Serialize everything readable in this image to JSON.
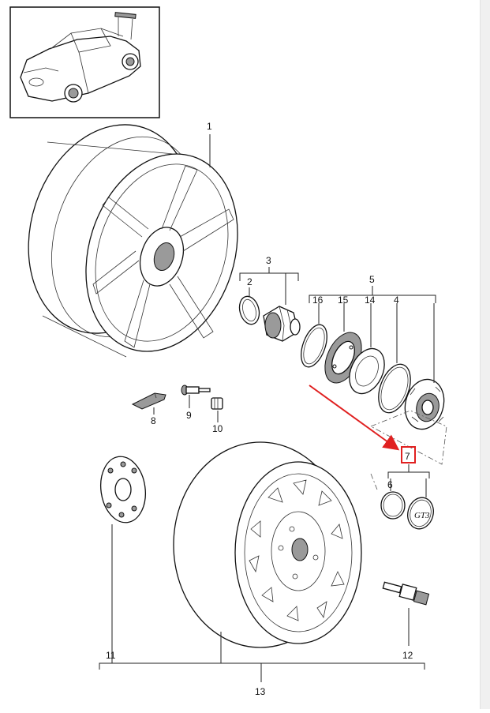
{
  "diagram": {
    "callouts": {
      "c1": "1",
      "c2": "2",
      "c3": "3",
      "c4": "4",
      "c5": "5",
      "c6": "6",
      "c7": "7",
      "c8": "8",
      "c9": "9",
      "c10": "10",
      "c11": "11",
      "c12": "12",
      "c13": "13",
      "c14": "14",
      "c15": "15",
      "c16": "16"
    },
    "emblem_text": "GT3",
    "colors": {
      "highlight": "#e02020",
      "line": "#222222",
      "background": "#ffffff"
    }
  }
}
